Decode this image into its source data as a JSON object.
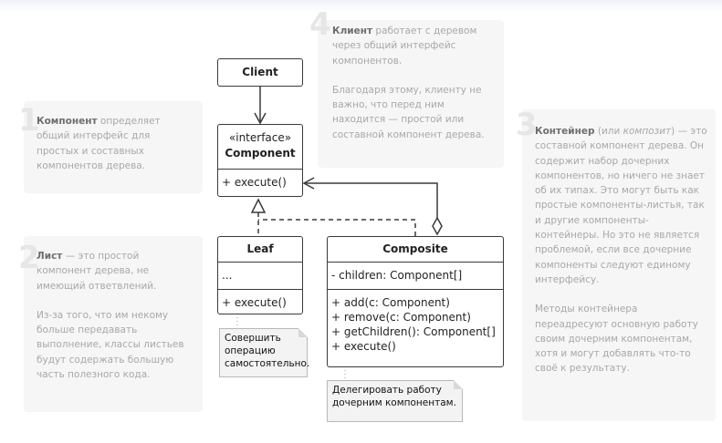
{
  "notes": {
    "n1": {
      "number": "1",
      "bold": "Компонент",
      "rest": " определяет общий интерфейс для простых и составных компонентов дерева."
    },
    "n2": {
      "number": "2",
      "bold": "Лист",
      "rest": " — это простой компонент дерева, не имеющий ответвлений.",
      "p2": "Из-за того, что им некому больше передавать выполнение, классы листьев будут содержать большую часть полезного кода."
    },
    "n3": {
      "number": "3",
      "bold": "Контейнер",
      "pre": " (или ",
      "italic": "композит",
      "post": ") — это составной компонент дерева. Он содержит набор дочерних компонентов, но ничего не знает об их типах. Это могут быть как простые компоненты-листья, так и другие компоненты-контейнеры. Но это не является проблемой, если все дочерние компоненты следуют единому интерфейсу.",
      "p2": "Методы контейнера переадресуют основную работу своим дочерним компонентам, хотя и могут добавлять что-то своё к результату."
    },
    "n4": {
      "number": "4",
      "bold": "Клиент",
      "rest": " работает с деревом через общий интерфейс компонентов.",
      "p2": "Благодаря этому, клиенту не важно, что перед ним находится — простой или составной компонент дерева."
    }
  },
  "uml": {
    "client": {
      "title": "Client"
    },
    "component": {
      "stereotype": "«interface»",
      "title": "Component",
      "method": "+ execute()"
    },
    "leaf": {
      "title": "Leaf",
      "fields": "...",
      "method": "+ execute()"
    },
    "composite": {
      "title": "Composite",
      "field": "- children: Component[]",
      "methods": [
        "+ add(c: Component)",
        "+ remove(c: Component)",
        "+ getChildren(): Component[]",
        "+ execute()"
      ]
    }
  },
  "sticky": {
    "leaf_note": [
      "Совершить",
      "операцию",
      "самостоятельно."
    ],
    "composite_note": [
      "Делегировать работу",
      "дочерним компонентам."
    ]
  }
}
